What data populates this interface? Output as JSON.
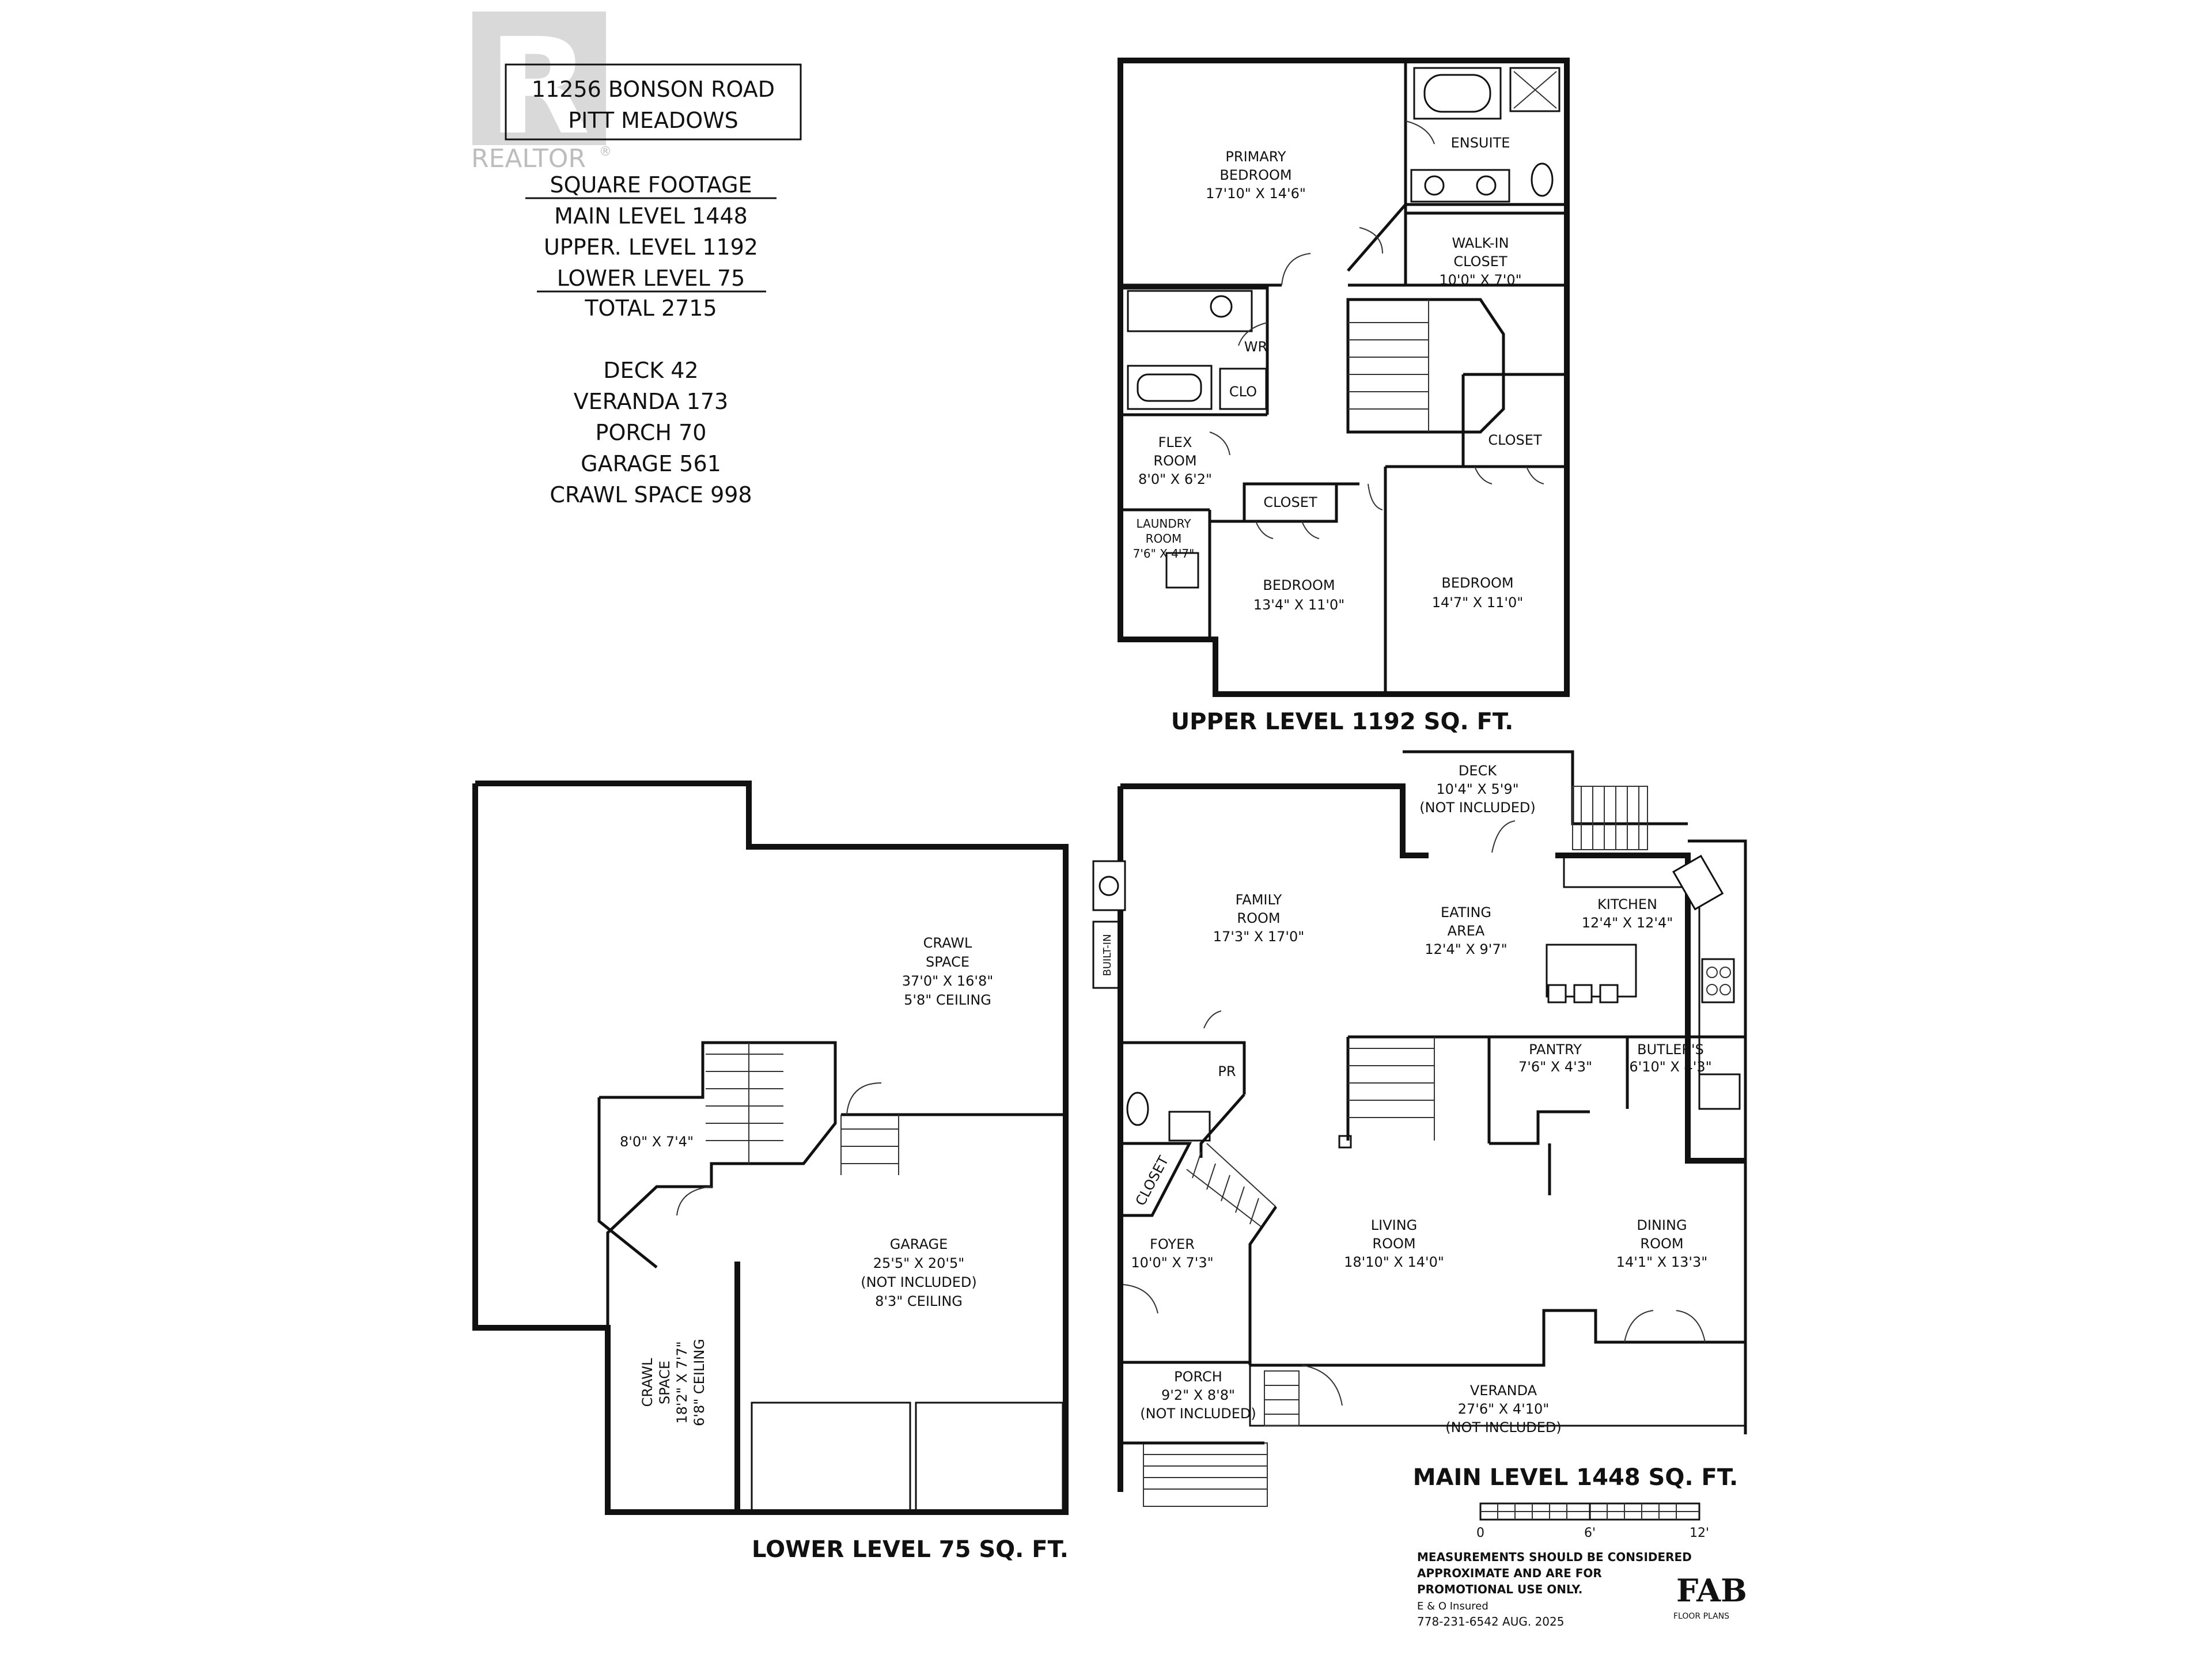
{
  "logo": {
    "letter": "R",
    "brand": "REALTOR",
    "mark": "®"
  },
  "address": {
    "line1": "11256 BONSON ROAD",
    "line2": "PITT MEADOWS"
  },
  "square_footage": {
    "title": "SQUARE FOOTAGE",
    "main": "MAIN LEVEL 1448",
    "upper": "UPPER. LEVEL 1192",
    "lower": "LOWER LEVEL 75",
    "total": "TOTAL 2715"
  },
  "extras": {
    "deck": "DECK 42",
    "veranda": "VERANDA 173",
    "porch": "PORCH 70",
    "garage": "GARAGE 561",
    "crawl": "CRAWL SPACE 998"
  },
  "upper": {
    "title": "UPPER LEVEL 1192 SQ. FT.",
    "primary": {
      "l1": "PRIMARY",
      "l2": "BEDROOM",
      "dim": "17'10\" X 14'6\""
    },
    "ensuite": "ENSUITE",
    "walkin": {
      "l1": "WALK-IN",
      "l2": "CLOSET",
      "dim": "10'0\" X 7'0\""
    },
    "wr": "WR",
    "clo": "CLO",
    "flex": {
      "l1": "FLEX",
      "l2": "ROOM",
      "dim": "8'0\" X 6'2\""
    },
    "laundry": {
      "l1": "LAUNDRY",
      "l2": "ROOM",
      "dim": "7'6\" X 4'7\""
    },
    "closet1": "CLOSET",
    "closet2": "CLOSET",
    "bed1": {
      "l1": "BEDROOM",
      "dim": "13'4\" X 11'0\""
    },
    "bed2": {
      "l1": "BEDROOM",
      "dim": "14'7\" X 11'0\""
    }
  },
  "lower": {
    "title": "LOWER LEVEL 75 SQ. FT.",
    "crawl1": {
      "l1": "CRAWL",
      "l2": "SPACE",
      "dim": "37'0\" X 16'8\"",
      "ceil": "5'8\" CEILING"
    },
    "stair_room": "8'0\" X 7'4\"",
    "garage": {
      "l1": "GARAGE",
      "dim": "25'5\" X 20'5\"",
      "note": "(NOT INCLUDED)",
      "ceil": "8'3\" CEILING"
    },
    "crawl2": {
      "l1": "CRAWL",
      "l2": "SPACE",
      "dim": "18'2\" X 7'7\"",
      "ceil": "6'8\" CEILING"
    }
  },
  "main": {
    "title": "MAIN LEVEL 1448 SQ. FT.",
    "deck": {
      "l1": "DECK",
      "dim": "10'4\" X 5'9\"",
      "note": "(NOT INCLUDED)"
    },
    "family": {
      "l1": "FAMILY",
      "l2": "ROOM",
      "dim": "17'3\" X 17'0\""
    },
    "builtin": "BUILT-IN",
    "eating": {
      "l1": "EATING",
      "l2": "AREA",
      "dim": "12'4\" X 9'7\""
    },
    "kitchen": {
      "l1": "KITCHEN",
      "dim": "12'4\" X 12'4\""
    },
    "pantry": {
      "l1": "PANTRY",
      "dim": "7'6\" X 4'3\""
    },
    "butlers": {
      "l1": "BUTLER'S",
      "dim": "6'10\" X 4'3\""
    },
    "pr": "PR",
    "closet": "CLOSET",
    "foyer": {
      "l1": "FOYER",
      "dim": "10'0\" X 7'3\""
    },
    "living": {
      "l1": "LIVING",
      "l2": "ROOM",
      "dim": "18'10\" X 14'0\""
    },
    "dining": {
      "l1": "DINING",
      "l2": "ROOM",
      "dim": "14'1\" X 13'3\""
    },
    "porch": {
      "l1": "PORCH",
      "dim": "9'2\" X 8'8\"",
      "note": "(NOT INCLUDED)"
    },
    "veranda": {
      "l1": "VERANDA",
      "dim": "27'6\" X 4'10\"",
      "note": "(NOT INCLUDED)"
    }
  },
  "scale": {
    "t0": "0",
    "t1": "6'",
    "t2": "12'"
  },
  "disclaimer": {
    "l1": "MEASUREMENTS SHOULD BE CONSIDERED",
    "l2": "APPROXIMATE AND ARE FOR",
    "l3": "PROMOTIONAL USE ONLY.",
    "l4": "E & O Insured",
    "l5": "778-231-6542   AUG. 2025"
  },
  "fab": {
    "name": "FAB",
    "sub": "FLOOR PLANS"
  }
}
